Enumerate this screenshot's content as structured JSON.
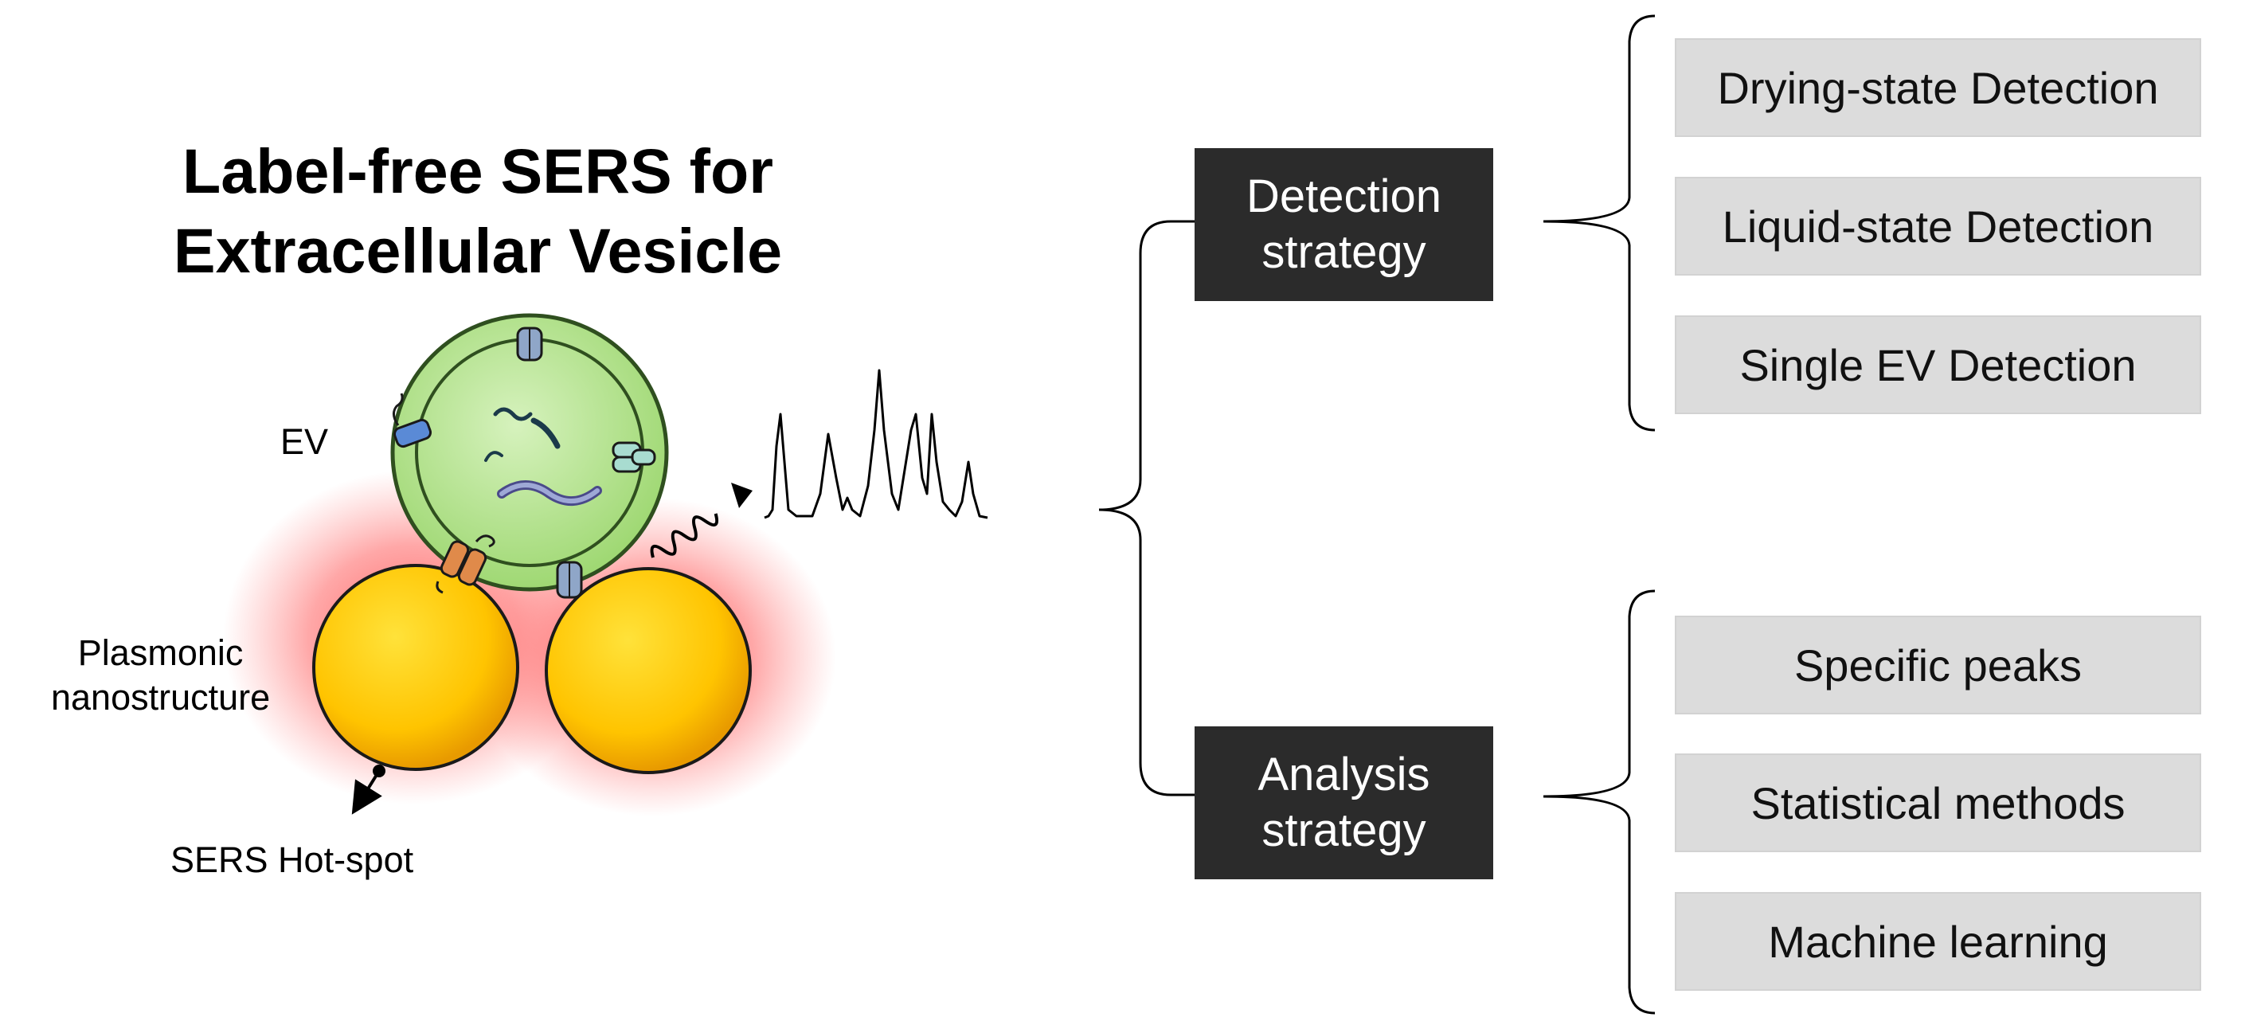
{
  "title": {
    "line1": "Label-free SERS for",
    "line2": "Extracellular Vesicle"
  },
  "labels": {
    "ev": "EV",
    "plasmonic_line1": "Plasmonic",
    "plasmonic_line2": "nanostructure",
    "hotspot": "SERS Hot-spot"
  },
  "strategies": {
    "detection": {
      "line1": "Detection",
      "line2": "strategy"
    },
    "analysis": {
      "line1": "Analysis",
      "line2": "strategy"
    }
  },
  "detection_items": [
    "Drying-state Detection",
    "Liquid-state Detection",
    "Single EV Detection"
  ],
  "analysis_items": [
    "Specific peaks",
    "Statistical methods",
    "Machine learning"
  ],
  "colors": {
    "ev_fill": "#a8dc7c",
    "ev_outline": "#2f6b20",
    "gold_center": "#ffd21c",
    "gold_edge": "#e8a200",
    "glow": "#ff5a5a",
    "strategy_box": "#2b2b2b",
    "item_box": "#dcdcdc"
  }
}
